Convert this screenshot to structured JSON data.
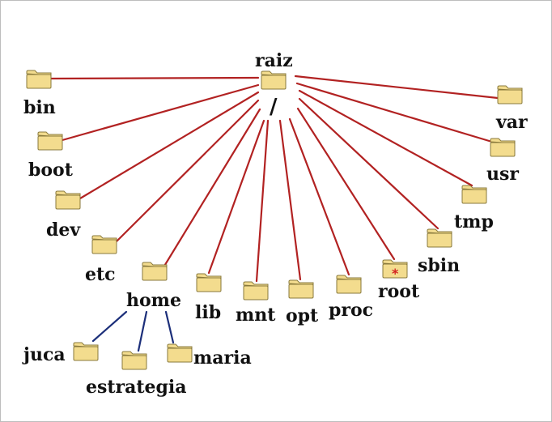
{
  "colors": {
    "red_line": "#b22222",
    "blue_line": "#1c2f7a",
    "folder_fill": "#f3dc8e",
    "folder_stroke": "#8a7a3c",
    "root_star": "#d42020"
  },
  "tree": {
    "root_label": "raiz",
    "root_symbol": "/",
    "top_level": [
      "bin",
      "boot",
      "dev",
      "etc",
      "home",
      "lib",
      "mnt",
      "opt",
      "proc",
      "root",
      "sbin",
      "tmp",
      "usr",
      "var"
    ],
    "home_children": [
      "juca",
      "estrategia",
      "maria"
    ],
    "root_folder_mark": "*"
  }
}
